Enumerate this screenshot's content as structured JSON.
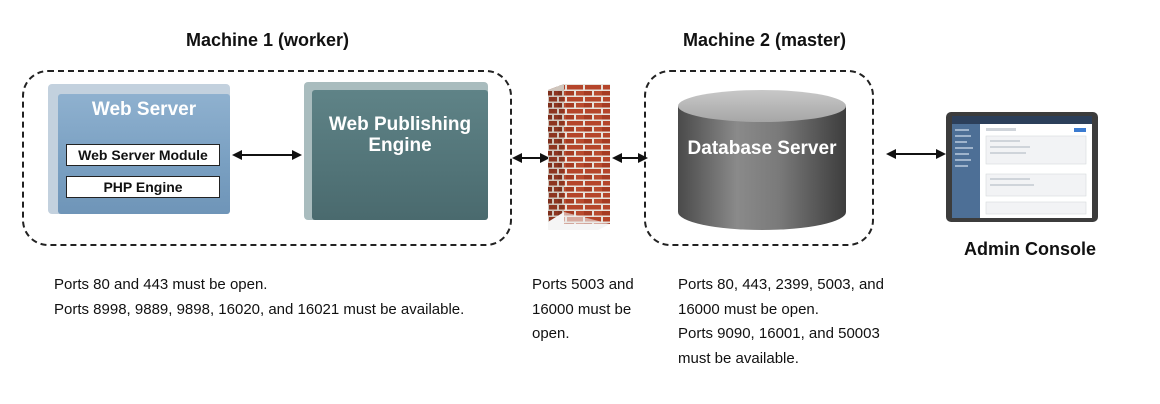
{
  "headings": {
    "machine1": "Machine 1 (worker)",
    "machine2": "Machine 2 (master)"
  },
  "web_server": {
    "title": "Web Server",
    "module": "Web Server Module",
    "php": "PHP Engine"
  },
  "web_publishing_engine": {
    "line1": "Web Publishing",
    "line2": "Engine"
  },
  "database_server": {
    "title": "Database Server"
  },
  "admin_console": {
    "label": "Admin Console"
  },
  "captions": {
    "machine1": [
      "Ports 80 and 443 must be open.",
      "Ports 8998, 9889, 9898, 16020, and 16021 must be available."
    ],
    "firewall": [
      "Ports 5003 and",
      "16000 must be",
      "open."
    ],
    "machine2": [
      "Ports 80, 443, 2399, 5003, and",
      "16000 must be open.",
      "Ports 9090, 16001, and 50003",
      "must be available."
    ]
  },
  "icons": {
    "firewall": "brick-firewall-icon",
    "admin_console": "laptop-screen-icon",
    "database": "cylinder-icon"
  },
  "colors": {
    "web_server_blue": "#7aa0c2",
    "wpe_teal": "#527478",
    "database_gray": "#6e6e6e",
    "brick_red": "#b5452a"
  }
}
